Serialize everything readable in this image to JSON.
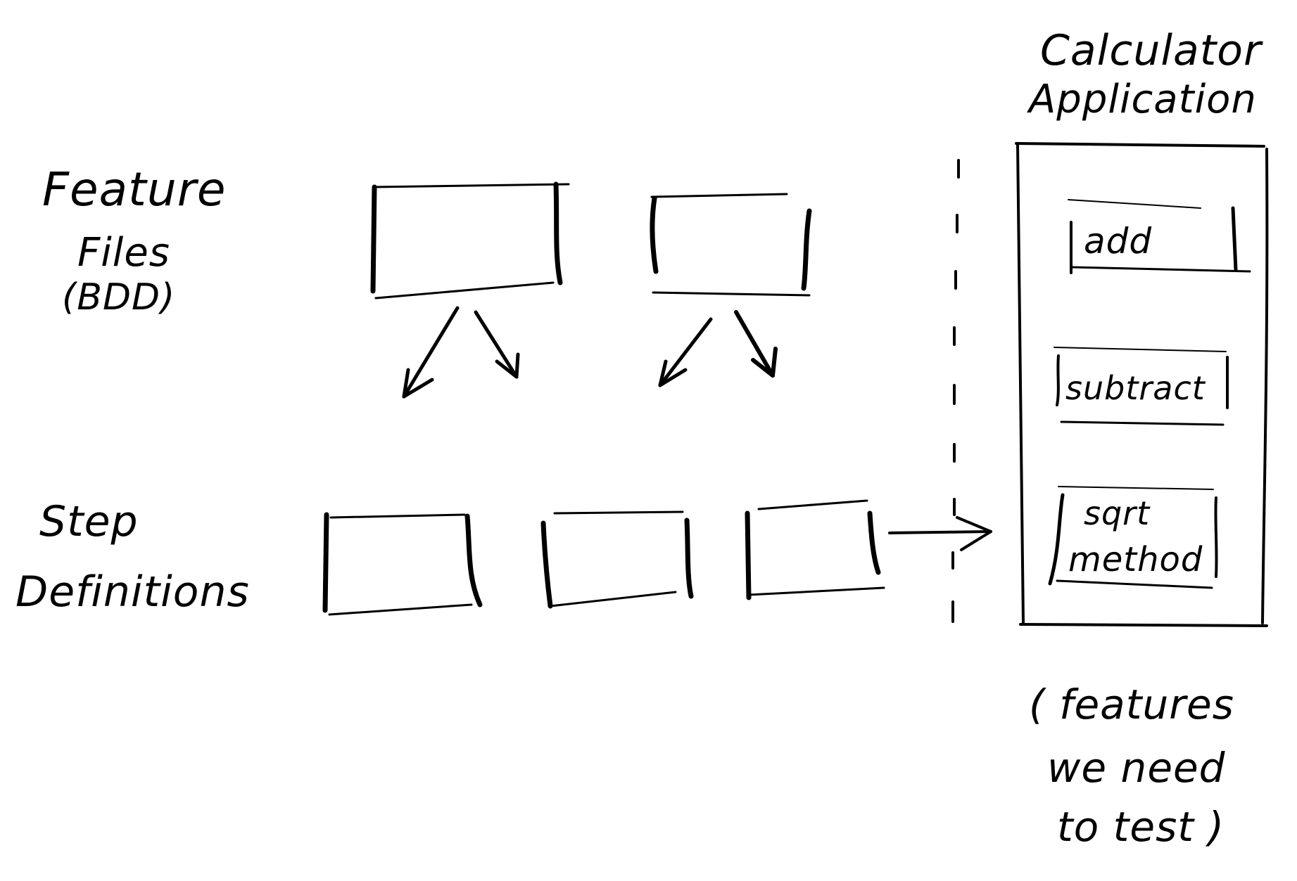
{
  "labels": {
    "feature_line1": "Feature",
    "feature_line2": "Files",
    "feature_line3": "(BDD)",
    "step_line1": "Step",
    "step_line2": "Definitions",
    "app_line1": "Calculator",
    "app_line2": "Application",
    "note_line1": "( features",
    "note_line2": "we need",
    "note_line3": "to test )"
  },
  "methods": {
    "add": "add",
    "subtract": "subtract",
    "sqrt_line1": "sqrt",
    "sqrt_line2": "method"
  },
  "colors": {
    "ink": "#000000",
    "paper": "#ffffff"
  }
}
